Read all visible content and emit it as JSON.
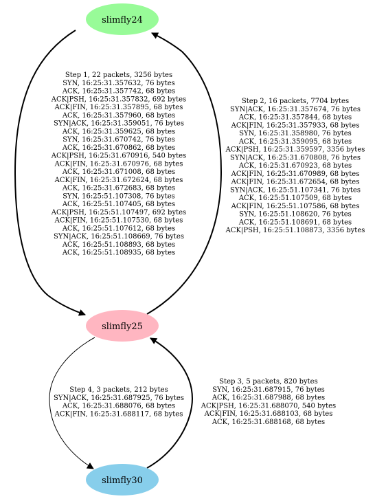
{
  "nodes": [
    {
      "id": "slimfly24",
      "label": "slimfly24",
      "color": "#98fb98"
    },
    {
      "id": "slimfly25",
      "label": "slimfly25",
      "color": "#ffb6c1"
    },
    {
      "id": "slimfly30",
      "label": "slimfly30",
      "color": "#87ceeb"
    }
  ],
  "edges": [
    {
      "from": "slimfly24",
      "to": "slimfly25",
      "lines": [
        "Step 1, 22 packets, 3256 bytes",
        "SYN, 16:25:31.357632, 76 bytes",
        "ACK, 16:25:31.357742, 68 bytes",
        "ACK|PSH, 16:25:31.357832, 692 bytes",
        "ACK|FIN, 16:25:31.357895, 68 bytes",
        "ACK, 16:25:31.357960, 68 bytes",
        "SYN|ACK, 16:25:31.359051, 76 bytes",
        "ACK, 16:25:31.359625, 68 bytes",
        "SYN, 16:25:31.670742, 76 bytes",
        "ACK, 16:25:31.670862, 68 bytes",
        "ACK|PSH, 16:25:31.670916, 540 bytes",
        "ACK|FIN, 16:25:31.670976, 68 bytes",
        "ACK, 16:25:31.671008, 68 bytes",
        "ACK|FIN, 16:25:31.672624, 68 bytes",
        "ACK, 16:25:31.672683, 68 bytes",
        "SYN, 16:25:51.107308, 76 bytes",
        "ACK, 16:25:51.107405, 68 bytes",
        "ACK|PSH, 16:25:51.107497, 692 bytes",
        "ACK|FIN, 16:25:51.107530, 68 bytes",
        "ACK, 16:25:51.107612, 68 bytes",
        "SYN|ACK, 16:25:51.108669, 76 bytes",
        "ACK, 16:25:51.108893, 68 bytes",
        "ACK, 16:25:51.108935, 68 bytes"
      ]
    },
    {
      "from": "slimfly25",
      "to": "slimfly24",
      "lines": [
        "Step 2, 16 packets, 7704 bytes",
        "SYN|ACK, 16:25:31.357674, 76 bytes",
        "ACK, 16:25:31.357844, 68 bytes",
        "ACK|FIN, 16:25:31.357933, 68 bytes",
        "SYN, 16:25:31.358980, 76 bytes",
        "ACK, 16:25:31.359095, 68 bytes",
        "ACK|PSH, 16:25:31.359597, 3356 bytes",
        "SYN|ACK, 16:25:31.670808, 76 bytes",
        "ACK, 16:25:31.670923, 68 bytes",
        "ACK|FIN, 16:25:31.670989, 68 bytes",
        "ACK|FIN, 16:25:31.672654, 68 bytes",
        "SYN|ACK, 16:25:51.107341, 76 bytes",
        "ACK, 16:25:51.107509, 68 bytes",
        "ACK|FIN, 16:25:51.107586, 68 bytes",
        "SYN, 16:25:51.108620, 76 bytes",
        "ACK, 16:25:51.108691, 68 bytes",
        "ACK|PSH, 16:25:51.108873, 3356 bytes"
      ]
    },
    {
      "from": "slimfly30",
      "to": "slimfly25",
      "lines": [
        "Step 3, 5 packets, 820 bytes",
        "SYN, 16:25:31.687915, 76 bytes",
        "ACK, 16:25:31.687988, 68 bytes",
        "ACK|PSH, 16:25:31.688070, 540 bytes",
        "ACK|FIN, 16:25:31.688103, 68 bytes",
        "ACK, 16:25:31.688168, 68 bytes"
      ]
    },
    {
      "from": "slimfly25",
      "to": "slimfly30",
      "lines": [
        "Step 4, 3 packets, 212 bytes",
        "SYN|ACK, 16:25:31.687925, 76 bytes",
        "ACK, 16:25:31.688076, 68 bytes",
        "ACK|FIN, 16:25:31.688117, 68 bytes"
      ]
    }
  ]
}
